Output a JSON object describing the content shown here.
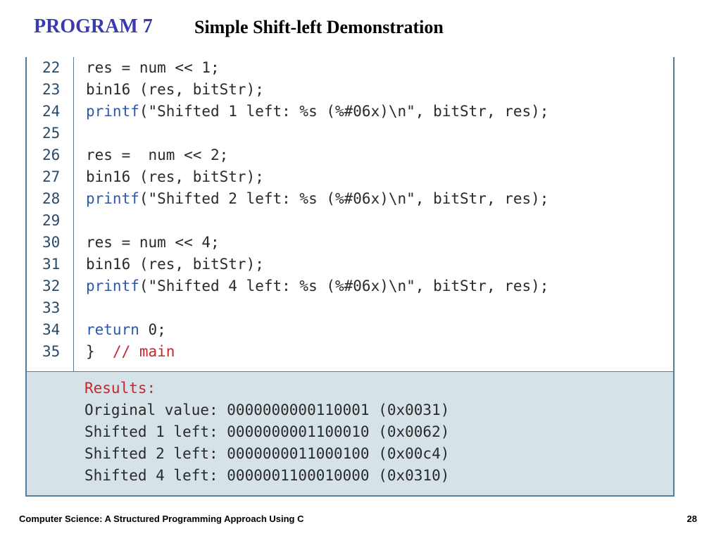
{
  "header": {
    "program_label": "PROGRAM 7",
    "title": "Simple Shift-left Demonstration"
  },
  "code": {
    "lines": [
      {
        "num": "22",
        "pre": "res = num << 1;",
        "fn": "",
        "post": "",
        "comment": ""
      },
      {
        "num": "23",
        "pre": "bin16 (res, bitStr);",
        "fn": "",
        "post": "",
        "comment": ""
      },
      {
        "num": "24",
        "pre": "",
        "fn": "printf",
        "post": "(\"Shifted 1 left: %s (%#06x)\\n\", bitStr, res);",
        "comment": ""
      },
      {
        "num": "25",
        "pre": "",
        "fn": "",
        "post": "",
        "comment": ""
      },
      {
        "num": "26",
        "pre": "res =  num << 2;",
        "fn": "",
        "post": "",
        "comment": ""
      },
      {
        "num": "27",
        "pre": "bin16 (res, bitStr);",
        "fn": "",
        "post": "",
        "comment": ""
      },
      {
        "num": "28",
        "pre": "",
        "fn": "printf",
        "post": "(\"Shifted 2 left: %s (%#06x)\\n\", bitStr, res);",
        "comment": ""
      },
      {
        "num": "29",
        "pre": "",
        "fn": "",
        "post": "",
        "comment": ""
      },
      {
        "num": "30",
        "pre": "res = num << 4;",
        "fn": "",
        "post": "",
        "comment": ""
      },
      {
        "num": "31",
        "pre": "bin16 (res, bitStr);",
        "fn": "",
        "post": "",
        "comment": ""
      },
      {
        "num": "32",
        "pre": "",
        "fn": "printf",
        "post": "(\"Shifted 4 left: %s (%#06x)\\n\", bitStr, res);",
        "comment": ""
      },
      {
        "num": "33",
        "pre": "",
        "fn": "",
        "post": "",
        "comment": ""
      },
      {
        "num": "34",
        "pre": "",
        "fn": "return",
        "post": " 0;",
        "comment": ""
      },
      {
        "num": "35",
        "pre": "}  ",
        "fn": "",
        "post": "",
        "comment": "// main"
      }
    ]
  },
  "results": {
    "heading": "Results:",
    "lines": [
      "Original value: 0000000000110001 (0x0031)",
      "Shifted 1 left: 0000000001100010 (0x0062)",
      "Shifted 2 left: 0000000011000100 (0x00c4)",
      "Shifted 4 left: 0000001100010000 (0x0310)"
    ]
  },
  "footer": {
    "book_title": "Computer Science: A Structured Programming Approach Using C",
    "page_number": "28"
  },
  "colors": {
    "program_label": "#3b3bb0",
    "keyword": "#2e58a8",
    "comment": "#c8262b",
    "results_bg": "#d5e3e8",
    "border": "#4f7e9f"
  }
}
